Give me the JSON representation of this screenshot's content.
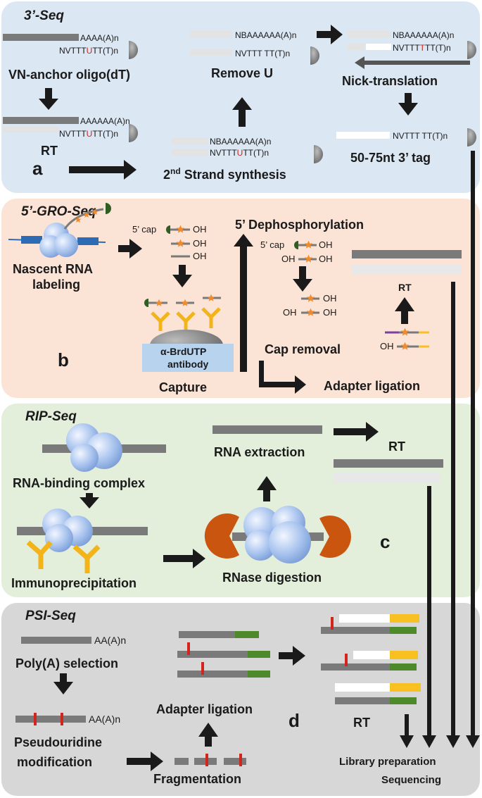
{
  "panels": {
    "a": {
      "title": "3’-Seq",
      "letter": "a",
      "vn_anchor": "VN-anchor oligo(dT)",
      "rt": "RT",
      "second_strand_base": "2",
      "second_strand_sup": "nd",
      "second_strand_rest": " Strand synthesis",
      "remove_u": "Remove U",
      "nick_translation": "Nick-translation",
      "tag": "50-75nt 3’ tag",
      "seqs": {
        "s1_top": "AAAA(A)n",
        "s1_bot_a": "NVTTT",
        "s1_bot_u": "U",
        "s1_bot_b": "TT(T)n",
        "s2_top": "AAAAAA(A)n",
        "s2_bot_a": "NVTTT",
        "s2_bot_u": "U",
        "s2_bot_b": "TT(T)n",
        "s3_top": "NBAAAAAA(A)n",
        "s3_bot_a": "NVTTT",
        "s3_bot_u": "U",
        "s3_bot_b": "TT(T)n",
        "s4_top": "NBAAAAAA(A)n",
        "s4_bot": "NVTTT  TT(T)n",
        "s5_top": "NBAAAAAA(A)n",
        "s5_bot_a": "NVTTT",
        "s5_bot_t": "T",
        "s5_bot_b": "TT(T)n",
        "s6": "NVTTT TT(T)n"
      }
    },
    "b": {
      "title": "5’-GRO-Seq",
      "letter": "b",
      "nascent_1": "Nascent RNA",
      "nascent_2": "labeling",
      "cap": "5’ cap",
      "oh": "OH",
      "antibody_1": "α-BrdUTP",
      "antibody_2": "antibody",
      "capture": "Capture",
      "dephos": "5’ Dephosphorylation",
      "cap_removal": "Cap removal",
      "adapter": "Adapter ligation",
      "rt": "RT"
    },
    "c": {
      "title": "RIP-Seq",
      "letter": "c",
      "complex": "RNA-binding complex",
      "ip": "Immunoprecipitation",
      "rnase": "RNase digestion",
      "extraction": "RNA extraction",
      "rt": "RT"
    },
    "d": {
      "title": "PSI-Seq",
      "letter": "d",
      "aan": "AA(A)n",
      "polya": "Poly(A) selection",
      "pseudo_1": "Pseudouridine",
      "pseudo_2": "modification",
      "frag": "Fragmentation",
      "adapter": "Adapter ligation",
      "rt": "RT",
      "lib_1": "Library preparation",
      "lib_2": "Sequencing"
    }
  },
  "colors": {
    "panel_a": "#dce7f4",
    "panel_b": "#fbe3d6",
    "panel_c": "#e3efdb",
    "panel_d": "#d7d7d7",
    "strand": "#7a7a7a",
    "light_strand": "#e3e3e3",
    "uracil_red": "#d0261d",
    "star_orange": "#f08a2c",
    "antibody_yellow": "#f2b418",
    "rnase_orange": "#c9550f",
    "adapter_green": "#4e8a2b",
    "adapter_yellow": "#f8c020",
    "cap_green": "#2f5d22",
    "linker_purple": "#7a3fa0"
  }
}
